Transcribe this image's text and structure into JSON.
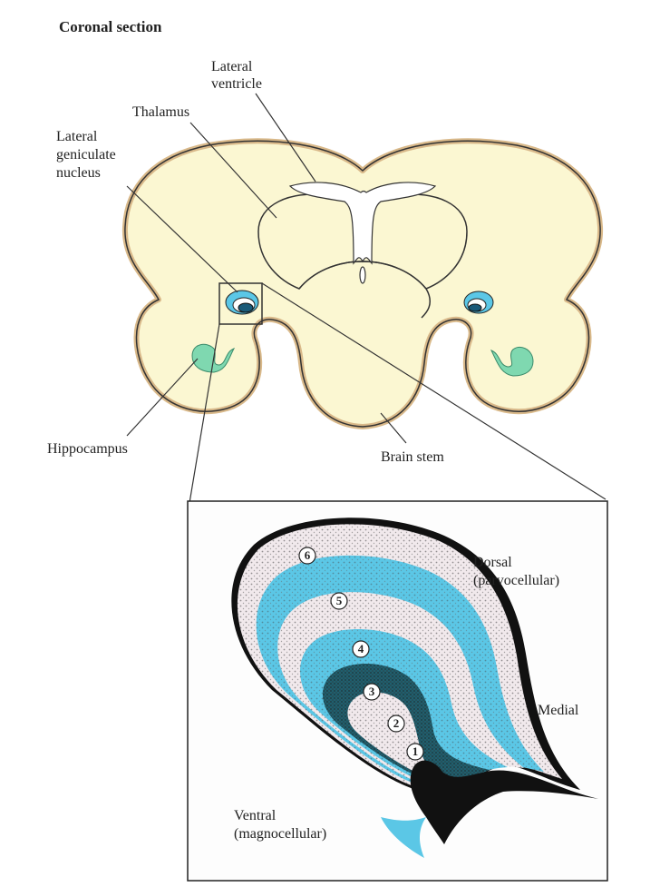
{
  "figure": {
    "title": "Coronal section",
    "labels": {
      "lateral_ventricle_1": "Lateral",
      "lateral_ventricle_2": "ventricle",
      "thalamus": "Thalamus",
      "lgn_1": "Lateral",
      "lgn_2": "geniculate",
      "lgn_3": "nucleus",
      "hippocampus": "Hippocampus",
      "brain_stem": "Brain stem",
      "dorsal_1": "Dorsal",
      "dorsal_2": "(parvocellular)",
      "medial": "Medial",
      "ventral_1": "Ventral",
      "ventral_2": "(magnocellular)"
    },
    "layers": [
      "6",
      "5",
      "4",
      "3",
      "2",
      "1"
    ],
    "colors": {
      "brain_fill": "#fbf7d2",
      "brain_outline": "#d9b98a",
      "lgn_blue": "#5bc7e6",
      "hippocampus": "#7fd8b0",
      "dark": "#111111"
    }
  }
}
